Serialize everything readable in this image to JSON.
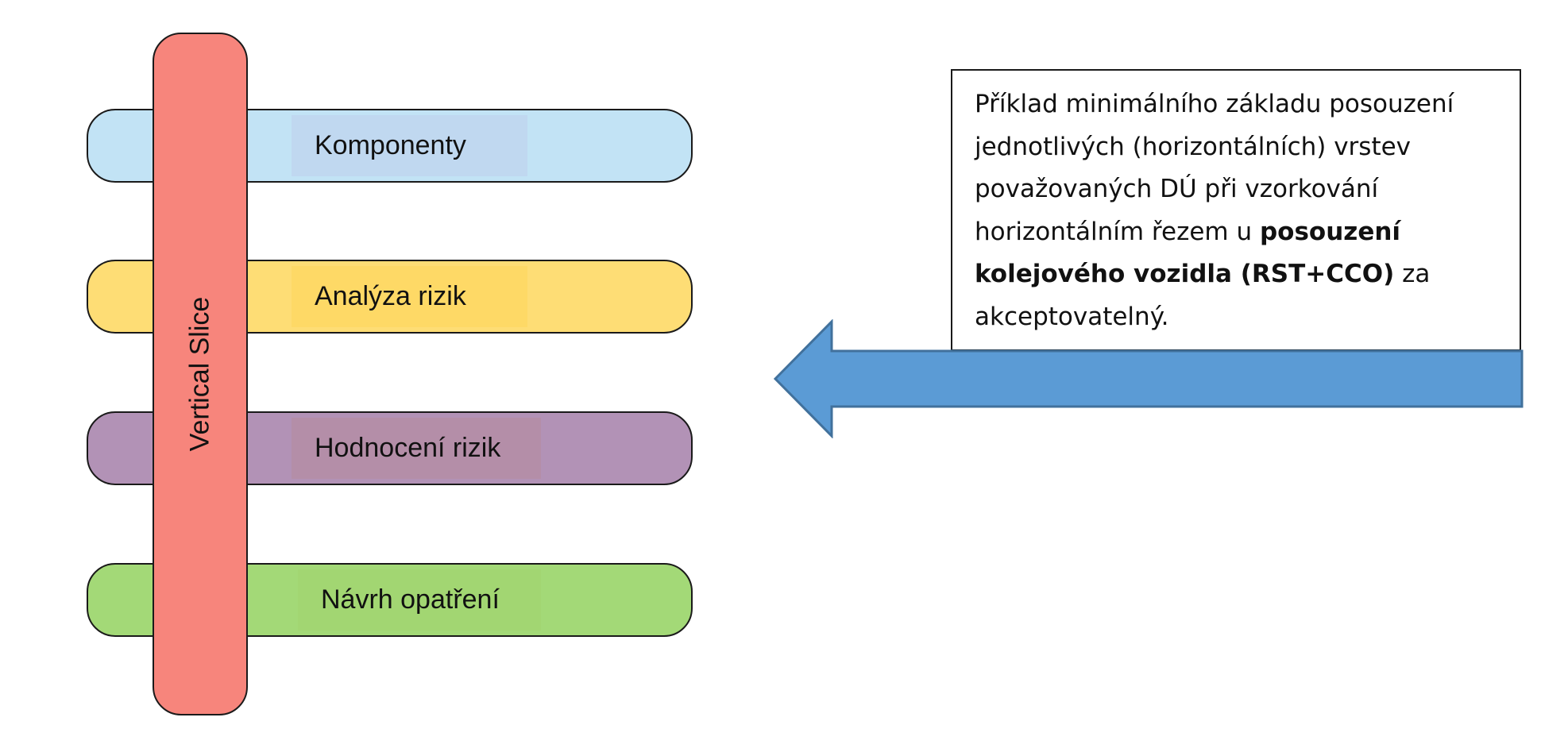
{
  "diagram": {
    "layers": [
      {
        "label": "Komponenty",
        "fill": "#c2e3f5",
        "label_fill": "#c0d8f0"
      },
      {
        "label": "Analýza rizik",
        "fill": "#fedd75",
        "label_fill": "#fed966"
      },
      {
        "label": "Hodnocení rizik",
        "fill": "#b292b6",
        "label_fill": "#b48ea8"
      },
      {
        "label": "Návrh opatření",
        "fill": "#a3d977",
        "label_fill": "#a2d672"
      }
    ],
    "vertical_slice": {
      "label": "Vertical Slice",
      "fill": "#f7857c"
    },
    "callout": {
      "text_before": "Příklad minimálního základu posouzení jednotlivých (horizontálních) vrstev považovaných DÚ při vzorkování horizontálním řezem u ",
      "text_bold": "posouzení kolejového vozidla (RST+CCO)",
      "text_after": " za akceptovatelný."
    },
    "arrow": {
      "fill": "#5b9bd5",
      "stroke": "#41719c"
    }
  }
}
